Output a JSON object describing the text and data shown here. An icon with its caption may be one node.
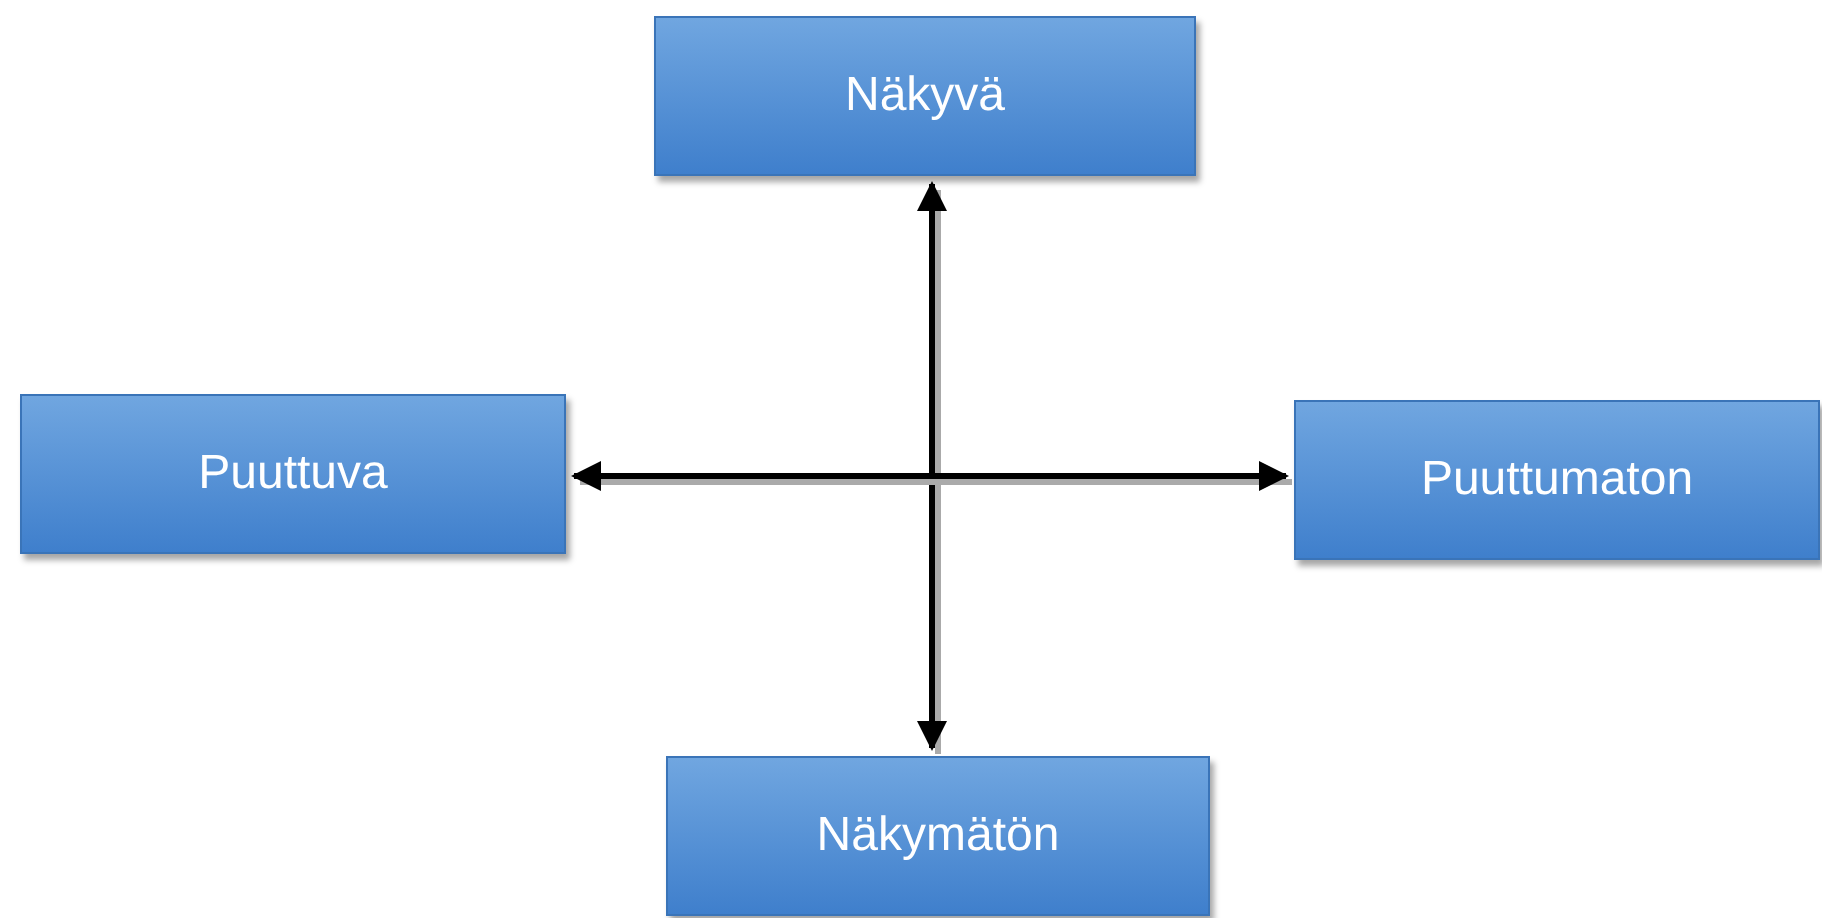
{
  "diagram": {
    "nodes": [
      {
        "text": [
          "Näkyvä"
        ]
      },
      {
        "text": [
          "Puuttuva"
        ]
      },
      {
        "text": [
          "Puuttumaton"
        ]
      },
      {
        "text": [
          "Näkymätön"
        ]
      }
    ],
    "edges": [
      {
        "from": 0,
        "to": 3,
        "arrow": "both"
      },
      {
        "from": 1,
        "to": 2,
        "arrow": "both"
      }
    ]
  }
}
